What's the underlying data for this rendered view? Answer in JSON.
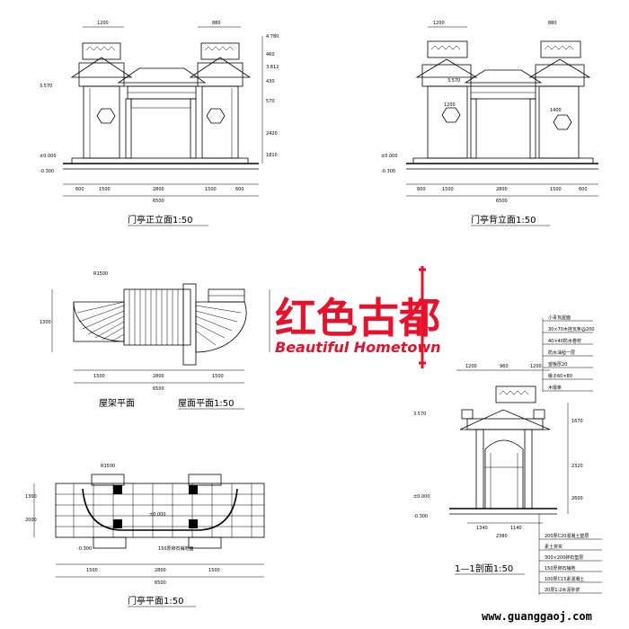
{
  "drawings": {
    "front_elevation": {
      "title": "门亭正立面1:50",
      "top_dims": [
        "1200",
        "880"
      ],
      "right_dims": [
        "4.780",
        "460",
        "3.812",
        "430",
        "570",
        "2420",
        "1810"
      ],
      "left_levels": [
        "3.570",
        "±0.000",
        "-0.300"
      ],
      "bottom_dims": [
        "600",
        "1500",
        "2800",
        "1500",
        "600"
      ],
      "total": "6500"
    },
    "back_elevation": {
      "title": "门亭背立面1:50",
      "top_dims": [
        "1200",
        "880"
      ],
      "labels": [
        "3.570",
        "1200",
        "1400"
      ],
      "left_levels": [
        "±0.000",
        "-0.300"
      ],
      "bottom_dims": [
        "600",
        "1500",
        "2800",
        "1500",
        "600"
      ],
      "total": "6500"
    },
    "roof_plan": {
      "title_left": "屋架平面",
      "title_right": "屋面平面1:50",
      "radius": "R1500",
      "left_dims": [
        "1300"
      ],
      "bottom_dims": [
        "1500",
        "2800",
        "1500"
      ],
      "total": "6500"
    },
    "floor_plan": {
      "title": "门亭平面1:50",
      "radius": "R1500",
      "labels": [
        "150厚卵石铺地面",
        "-0.300",
        "±0.000"
      ],
      "left_dims": [
        "1300",
        "2000"
      ],
      "bottom_dims": [
        "1500",
        "2800",
        "1500"
      ],
      "total": "6500"
    },
    "section": {
      "title": "1—1剖面1:50",
      "top_notes": [
        "小青瓦屋面",
        "30×70木挂瓦条@200",
        "40×40防水卷材",
        "防水油毡一层",
        "望板厚20",
        "椽子60×80",
        "木檩条"
      ],
      "bottom_notes": [
        "200厚C20混凝土垫层",
        "素土夯实",
        "300×200碎石垫层",
        "150厚卵石铺地",
        "100厚C15素混凝土",
        "20厚1:2水泥砂浆"
      ],
      "levels": [
        "3.570",
        "±0.000",
        "-0.300"
      ],
      "bottom_dims": [
        "1340",
        "1140",
        "2380"
      ],
      "top_dims": [
        "1200",
        "960",
        "1200"
      ],
      "right_dims": [
        "1670",
        "2320",
        "2600"
      ]
    }
  },
  "watermark": {
    "chinese": "红色古都",
    "english": "Beautiful Hometown"
  },
  "footer": {
    "url": "www.guanggaoj.com"
  }
}
